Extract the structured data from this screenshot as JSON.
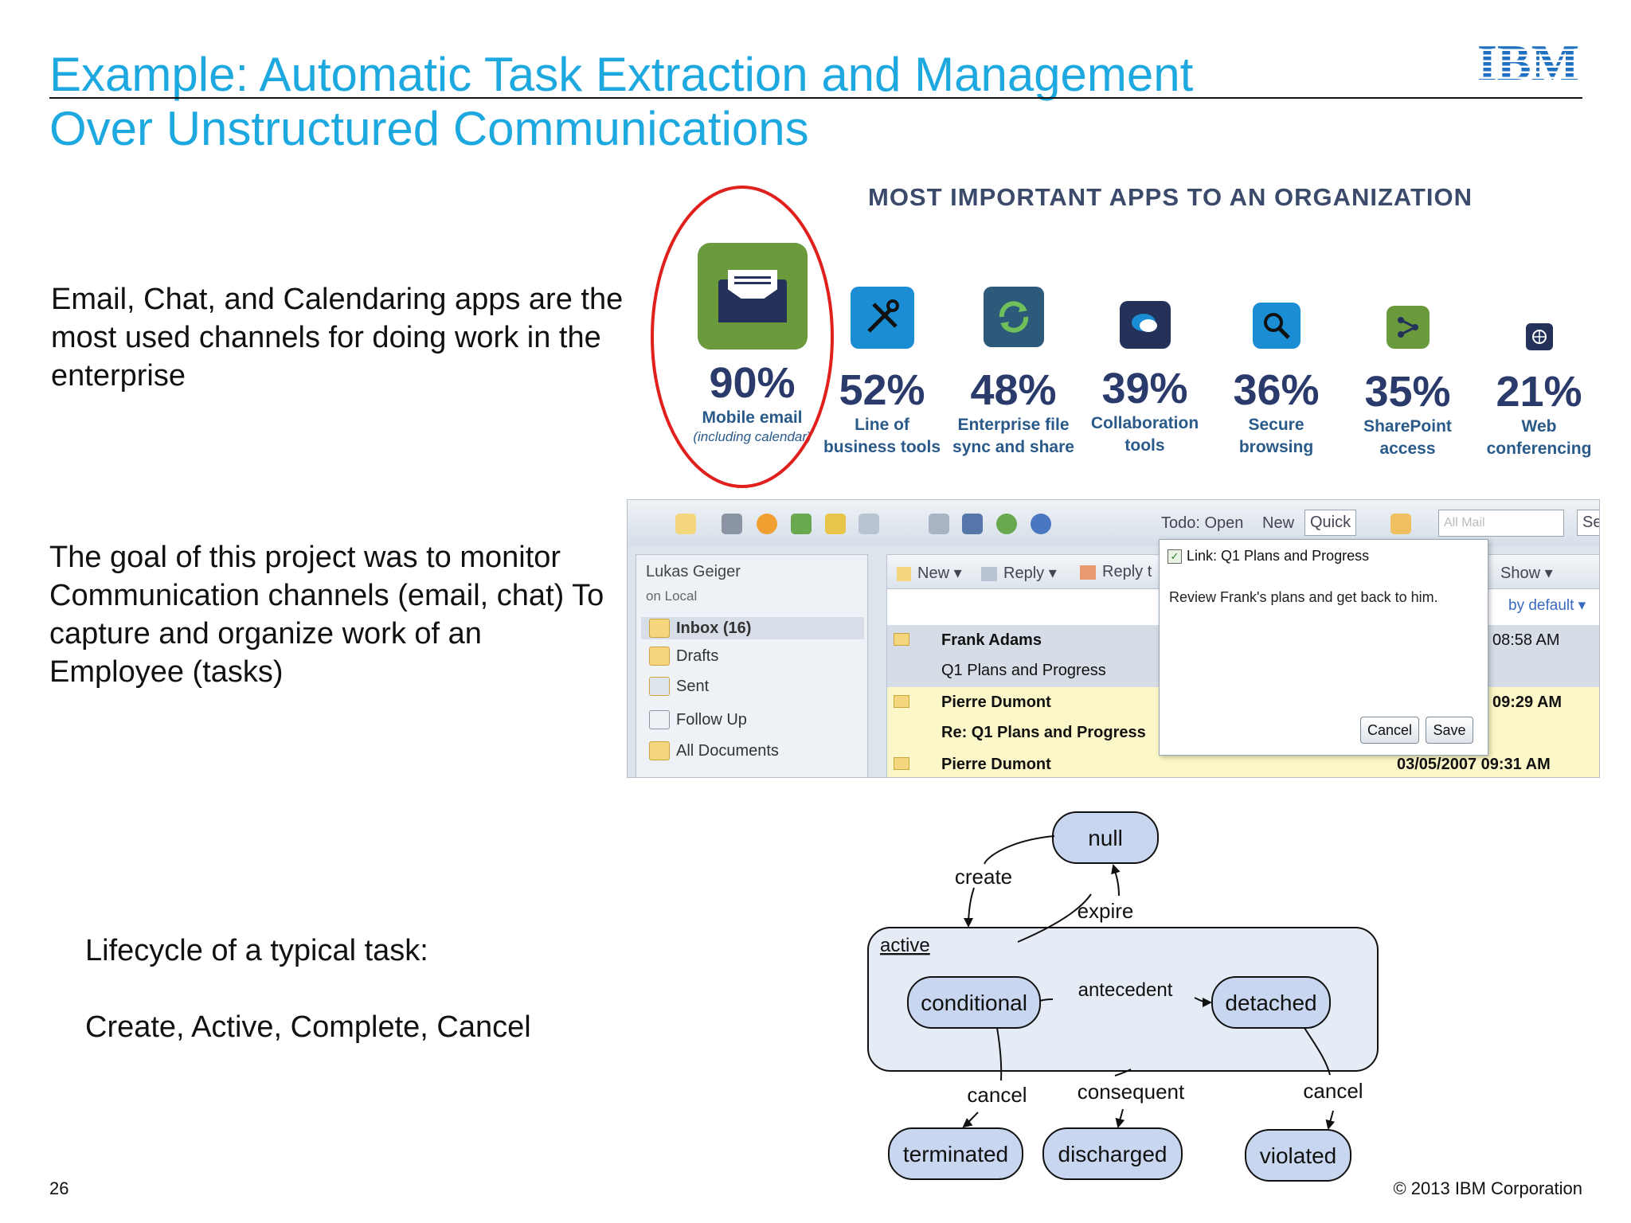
{
  "slide": {
    "title_line1": "Example: Automatic Task Extraction and Management",
    "title_line2": "Over Unstructured Communications",
    "logo": "IBM",
    "paragraph1": "Email, Chat, and Calendaring apps are the most used channels for doing work in the enterprise",
    "paragraph2": "The goal of this project was to monitor Communication channels (email, chat) To capture and organize work of an Employee (tasks)",
    "lifecycle_heading": "Lifecycle of a typical task:",
    "lifecycle_states": "Create, Active, Complete, Cancel",
    "page_number": "26",
    "copyright": "© 2013 IBM Corporation"
  },
  "infographic": {
    "title": "MOST IMPORTANT APPS TO AN ORGANIZATION",
    "apps": [
      {
        "pct": "90%",
        "label": "Mobile email",
        "sub": "(including calendar)",
        "icon": "mail-icon",
        "color": "#6a9a3c"
      },
      {
        "pct": "52%",
        "label": "Line of business tools",
        "icon": "tools-icon",
        "color": "#1b8dd4"
      },
      {
        "pct": "48%",
        "label": "Enterprise file sync and share",
        "icon": "sync-icon",
        "color": "#2d5a7a"
      },
      {
        "pct": "39%",
        "label": "Collaboration tools",
        "icon": "chat-icon",
        "color": "#24325a"
      },
      {
        "pct": "36%",
        "label": "Secure browsing",
        "icon": "search-icon",
        "color": "#1b8dd4"
      },
      {
        "pct": "35%",
        "label": "SharePoint access",
        "icon": "share-icon",
        "color": "#6a9a3c"
      },
      {
        "pct": "21%",
        "label": "Web conferencing",
        "icon": "globe-icon",
        "color": "#24325a"
      }
    ]
  },
  "mail_client": {
    "toolbar": {
      "todo": "Todo: Open",
      "new": "New",
      "quick": "Quick",
      "search_placeholder": "All Mail",
      "search_btn": "Se"
    },
    "account": "Lukas Geiger",
    "location": "on Local",
    "folders": [
      "Inbox (16)",
      "Drafts",
      "Sent",
      "Follow Up",
      "All Documents"
    ],
    "list_toolbar": {
      "new": "New",
      "reply": "Reply",
      "reply_all": "Reply t",
      "show": "Show",
      "sort": "by default"
    },
    "messages": [
      {
        "sender": "Frank Adams",
        "subject": "Q1 Plans and Progress",
        "time": "08:58 AM"
      },
      {
        "sender": "Pierre Dumont",
        "subject": "Re: Q1 Plans and Progress",
        "time": "09:29 AM"
      },
      {
        "sender": "Pierre Dumont",
        "subject": "",
        "time": "03/05/2007 09:31 AM"
      }
    ],
    "popup": {
      "link": "Link: Q1 Plans and Progress",
      "body": "Review Frank's plans and get back to him.",
      "cancel": "Cancel",
      "save": "Save"
    }
  },
  "diagram": {
    "nodes": {
      "null": "null",
      "conditional": "conditional",
      "detached": "detached",
      "terminated": "terminated",
      "discharged": "discharged",
      "violated": "violated"
    },
    "group": "active",
    "edges": {
      "create": "create",
      "expire": "expire",
      "antecedent": "antecedent",
      "cancel_left": "cancel",
      "consequent": "consequent",
      "cancel_right": "cancel"
    }
  }
}
